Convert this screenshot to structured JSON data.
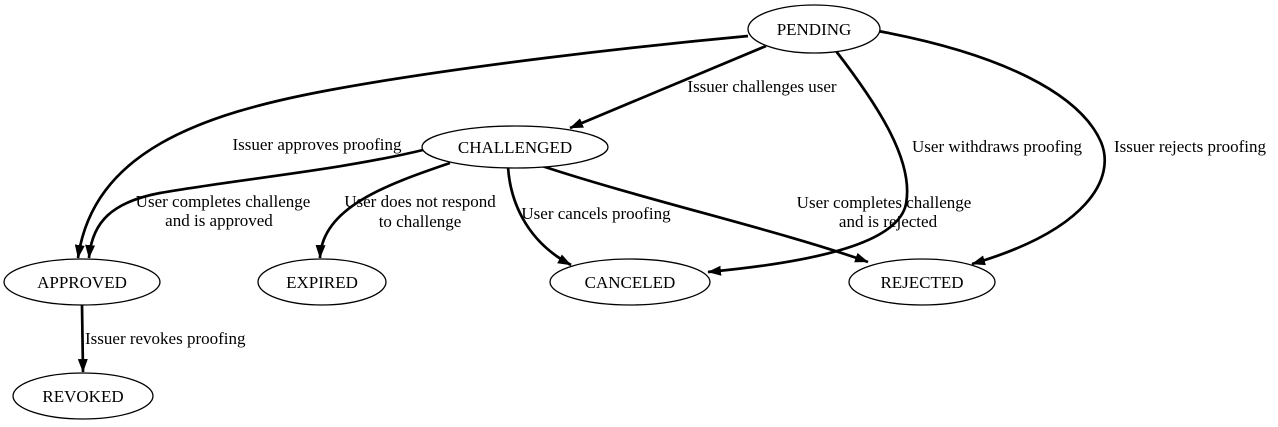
{
  "colors": {
    "background": "#ffffff",
    "stroke": "#000000",
    "text": "#000000"
  },
  "nodes": {
    "pending": {
      "label": "PENDING"
    },
    "challenged": {
      "label": "CHALLENGED"
    },
    "approved": {
      "label": "APPROVED"
    },
    "expired": {
      "label": "EXPIRED"
    },
    "canceled": {
      "label": "CANCELED"
    },
    "rejected": {
      "label": "REJECTED"
    },
    "revoked": {
      "label": "REVOKED"
    }
  },
  "edges": {
    "pending_to_challenged": {
      "label": "Issuer challenges user"
    },
    "pending_to_approved": {
      "label": "Issuer approves proofing"
    },
    "pending_to_canceled": {
      "label": "User withdraws proofing"
    },
    "pending_to_rejected": {
      "label": "Issuer rejects proofing"
    },
    "challenged_to_approved": {
      "line1": "User completes challenge",
      "line2": "and is approved"
    },
    "challenged_to_expired": {
      "line1": "User does not respond",
      "line2": "to challenge"
    },
    "challenged_to_canceled": {
      "label": "User cancels proofing"
    },
    "challenged_to_rejected": {
      "line1": "User completes challenge",
      "line2": "and is rejected"
    },
    "approved_to_revoked": {
      "label": "Issuer revokes proofing"
    }
  }
}
